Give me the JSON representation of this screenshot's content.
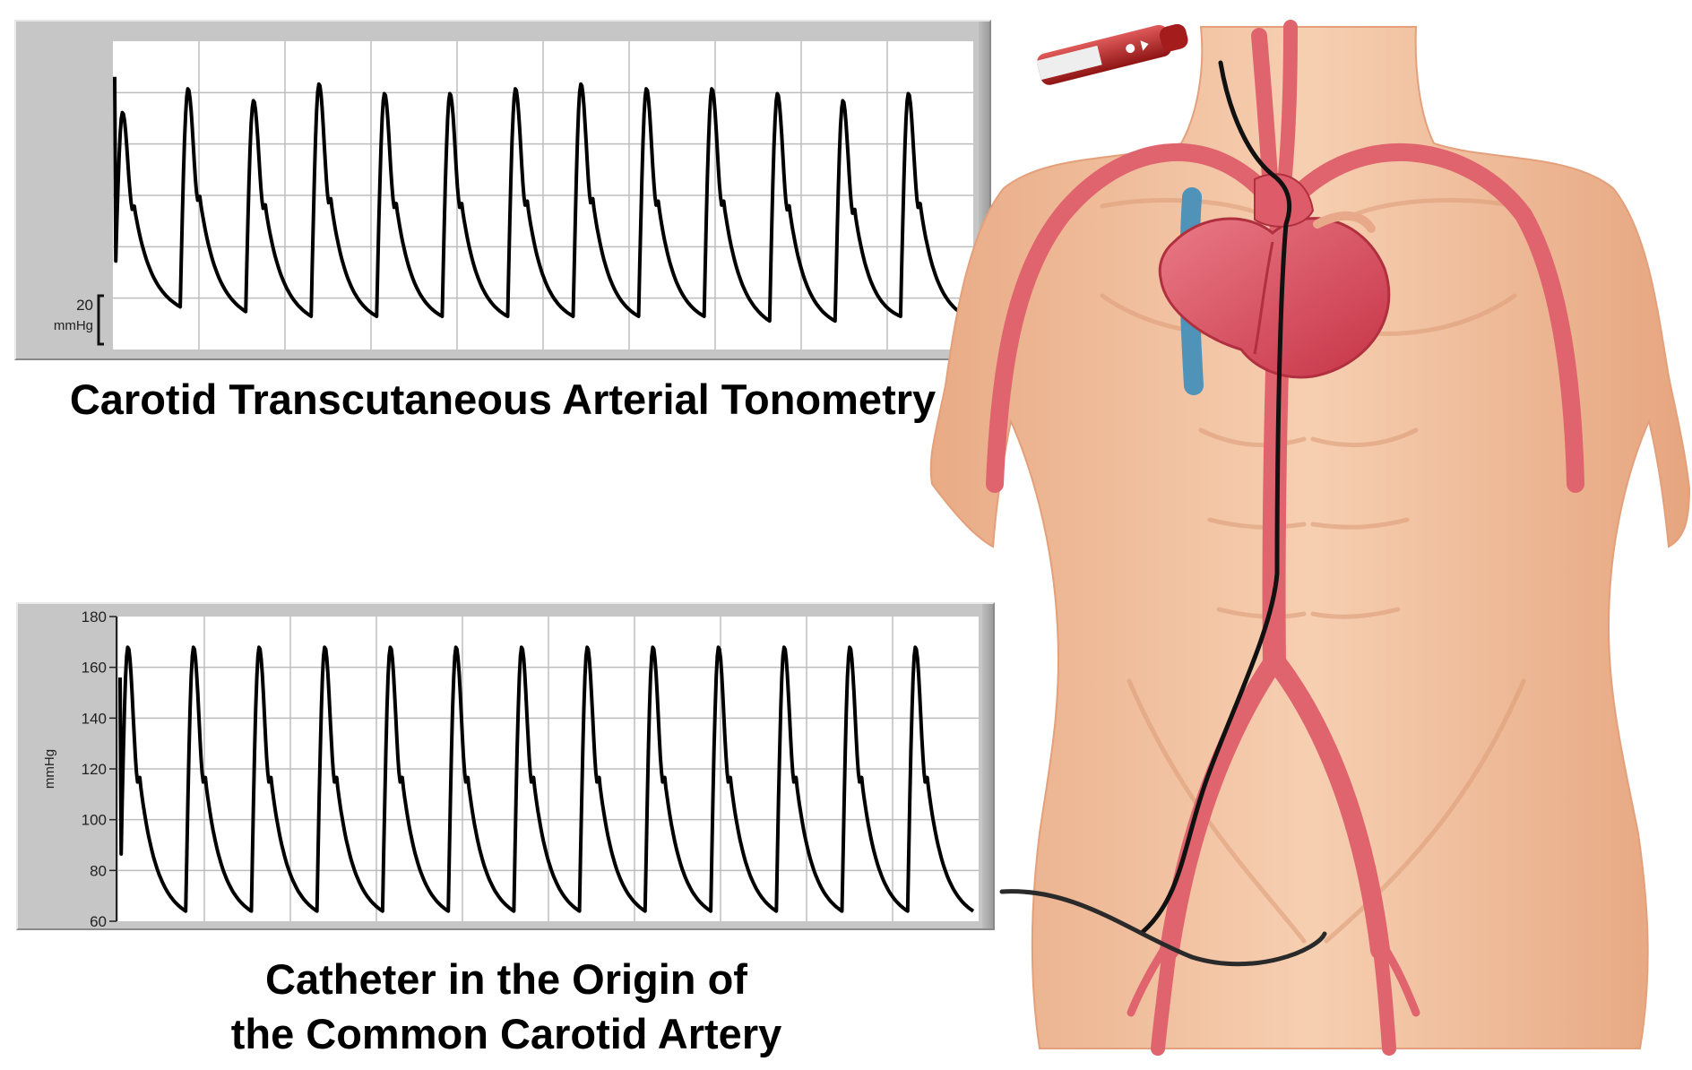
{
  "chart_data": [
    {
      "type": "line",
      "title": "Carotid Transcutaneous Arterial Tonometry",
      "scale_bar": {
        "value": "20",
        "unit": "mmHg"
      },
      "grid": true,
      "series": [
        {
          "beats": 13,
          "values": [
            160,
            170,
            165,
            172,
            168,
            168,
            170,
            172,
            170,
            170,
            168,
            165,
            168
          ],
          "troughs": [
            80,
            78,
            76,
            74,
            74,
            74,
            74,
            74,
            74,
            74,
            72,
            72,
            74
          ]
        }
      ],
      "ylim": [
        60,
        190
      ]
    },
    {
      "type": "line",
      "title": "Catheter in the Origin of the Common Carotid Artery",
      "ylabel": "mmHg",
      "yticks": [
        "60",
        "80",
        "100",
        "120",
        "140",
        "160",
        "180"
      ],
      "ylim": [
        60,
        180
      ],
      "grid": true,
      "series": [
        {
          "beats": 13,
          "values": [
            168,
            168,
            168,
            168,
            168,
            168,
            168,
            168,
            168,
            168,
            168,
            168,
            168
          ],
          "troughs": [
            64,
            64,
            64,
            64,
            64,
            64,
            64,
            64,
            64,
            64,
            64,
            64,
            64
          ]
        }
      ]
    }
  ],
  "captions": {
    "top": "Carotid Transcutaneous Arterial Tonometry",
    "bottom_line1": "Catheter in the Origin of",
    "bottom_line2": "the Common Carotid Artery"
  },
  "colors": {
    "trace": "#000000",
    "panel": "#c6c6c6",
    "plot_bg": "#ffffff",
    "grid": "#bdbdbd",
    "artery": "#e0646e",
    "skin": "#f2c3a1",
    "heart": "#d8485a",
    "vein": "#4f93b8"
  }
}
